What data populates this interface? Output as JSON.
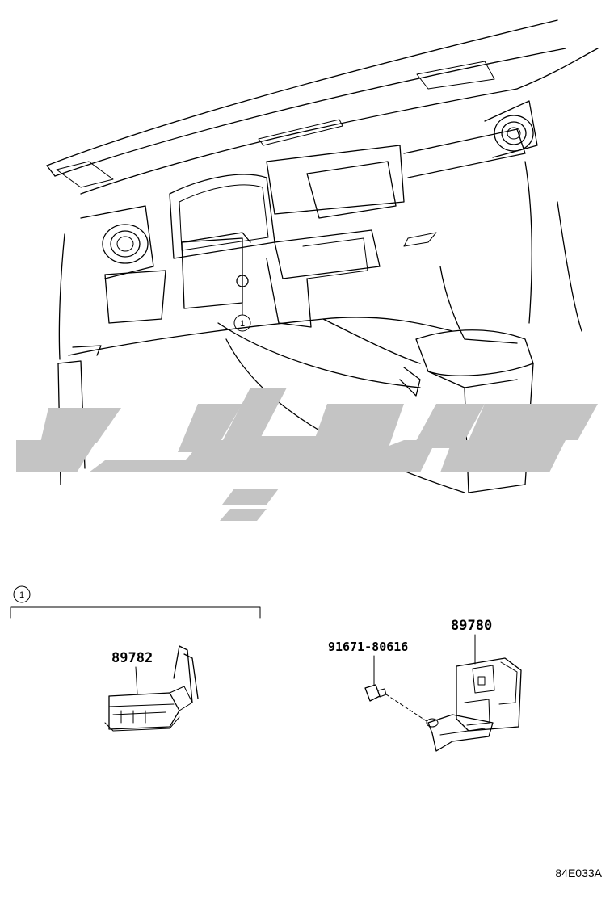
{
  "callout": {
    "number": "1"
  },
  "group": {
    "number": "1"
  },
  "parts": {
    "module_left": "89782",
    "module_right": "89780",
    "bolt": "91671-80616"
  },
  "reference_code": "84E033A",
  "colors": {
    "line": "#000000",
    "watermark": "#c4c4c4",
    "background": "#ffffff"
  }
}
